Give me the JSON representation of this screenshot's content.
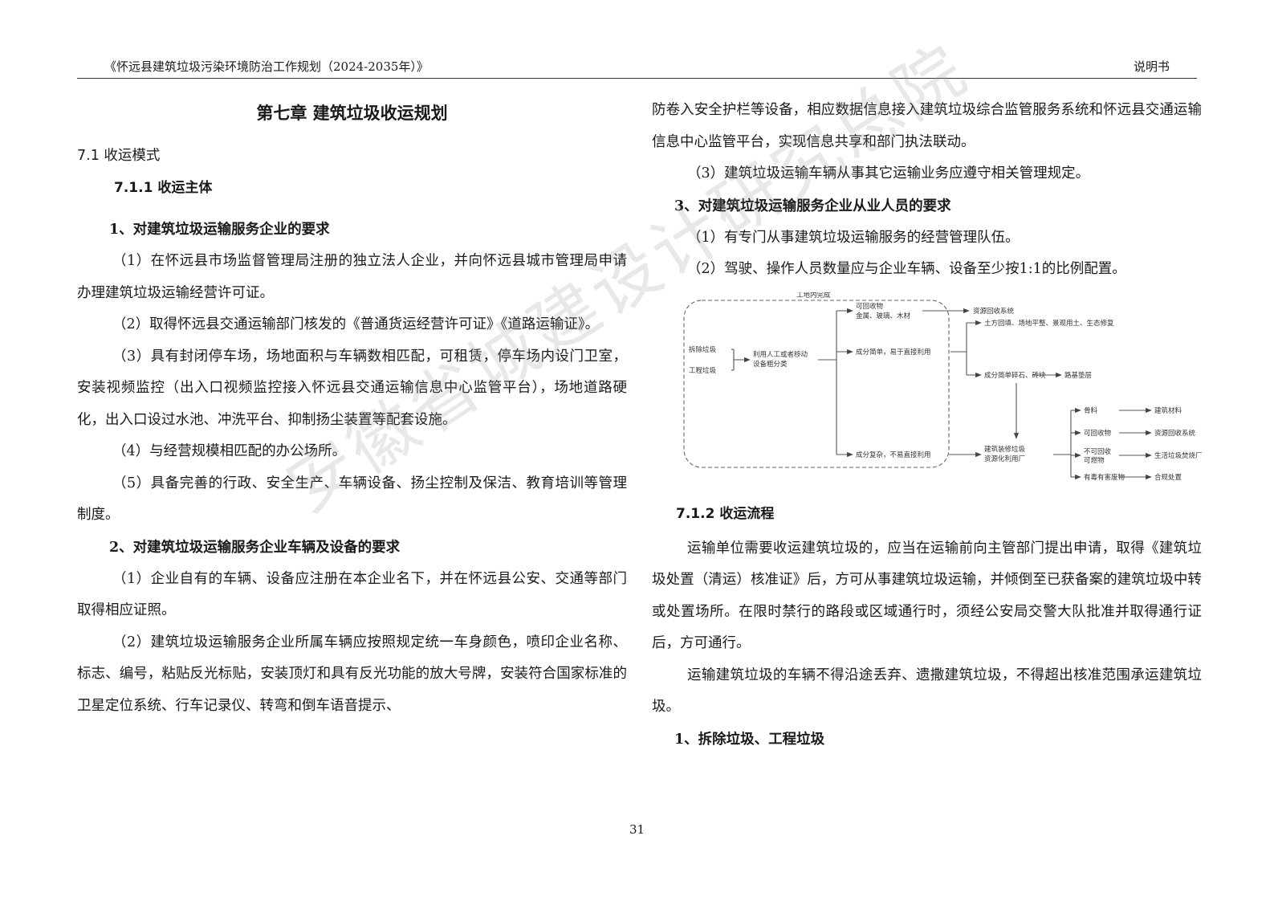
{
  "header": {
    "title": "《怀远县建筑垃圾污染环境防治工作规划（2024-2035年）》",
    "doc_type": "说明书"
  },
  "left": {
    "chapter_title": "第七章 建筑垃圾收运规划",
    "section_7_1": "7.1 收运模式",
    "sub_7_1_1": "7.1.1 收运主体",
    "req1_title": "1、对建筑垃圾运输服务企业的要求",
    "req1_items": [
      "（1）在怀远县市场监督管理局注册的独立法人企业，并向怀远县城市管理局申请办理建筑垃圾运输经营许可证。",
      "（2）取得怀远县交通运输部门核发的《普通货运经营许可证》《道路运输证》。",
      "（3）具有封闭停车场，场地面积与车辆数相匹配，可租赁，停车场内设门卫室，安装视频监控（出入口视频监控接入怀远县交通运输信息中心监管平台），场地道路硬化，出入口设过水池、冲洗平台、抑制扬尘装置等配套设施。",
      "（4）与经营规模相匹配的办公场所。",
      "（5）具备完善的行政、安全生产、车辆设备、扬尘控制及保洁、教育培训等管理制度。"
    ],
    "req2_title": "2、对建筑垃圾运输服务企业车辆及设备的要求",
    "req2_items": [
      "（1）企业自有的车辆、设备应注册在本企业名下，并在怀远县公安、交通等部门取得相应证照。",
      "（2）建筑垃圾运输服务企业所属车辆应按照规定统一车身颜色，喷印企业名称、标志、编号，粘贴反光标贴，安装顶灯和具有反光功能的放大号牌，安装符合国家标准的卫星定位系统、行车记录仪、转弯和倒车语音提示、"
    ]
  },
  "right": {
    "cont_text": "防卷入安全护栏等设备，相应数据信息接入建筑垃圾综合监管服务系统和怀远县交通运输信息中心监管平台，实现信息共享和部门执法联动。",
    "item3": "（3）建筑垃圾运输车辆从事其它运输业务应遵守相关管理规定。",
    "req3_title": "3、对建筑垃圾运输服务企业从业人员的要求",
    "req3_items": [
      "（1）有专门从事建筑垃圾运输服务的经营管理队伍。",
      "（2）驾驶、操作人员数量应与企业车辆、设备至少按1:1的比例配置。"
    ],
    "sub_7_1_2": "7.1.2 收运流程",
    "flow_paras": [
      "运输单位需要收运建筑垃圾的，应当在运输前向主管部门提出申请，取得《建筑垃圾处置（清运）核准证》后，方可从事建筑垃圾运输，并倾倒至已获备案的建筑垃圾中转或处置场所。在限时禁行的路段或区域通行时，须经公安局交警大队批准并取得通行证后，方可通行。",
      "运输建筑垃圾的车辆不得沿途丢弃、遗撒建筑垃圾，不得超出核准范围承运建筑垃圾。"
    ],
    "sub1_title": "1、拆除垃圾、工程垃圾"
  },
  "diagram": {
    "site_label": "工地内完成",
    "demolition": "拆除垃圾",
    "engineering": "工程垃圾",
    "sorting_1": "利用人工或者移动",
    "sorting_2": "设备粗分类",
    "recyclable_1": "可回收物",
    "recyclable_2": "金属、玻璃、木材",
    "simple": "成分简单，易于直接利用",
    "complex": "成分复杂，不易直接利用",
    "resource_sys": "资源回收系统",
    "backfill": "土方回填、场地平整、景观用土、生态修复",
    "gravel": "成分简单碎石、砖块",
    "roadbed": "路基垫层",
    "plant_1": "建筑装修垃圾",
    "plant_2": "资源化利用厂",
    "aggregate": "骨料",
    "building_mat": "建筑材料",
    "recyclables_out": "可回收物",
    "resource_sys2": "资源回收系统",
    "nonrec_1": "不可回收",
    "nonrec_2": "可燃物",
    "incinerator": "生活垃圾焚烧厂",
    "hazardous": "有毒有害废物",
    "compliant": "合规处置"
  },
  "watermark": "安徽省城建设计研究总院",
  "page_number": "31"
}
